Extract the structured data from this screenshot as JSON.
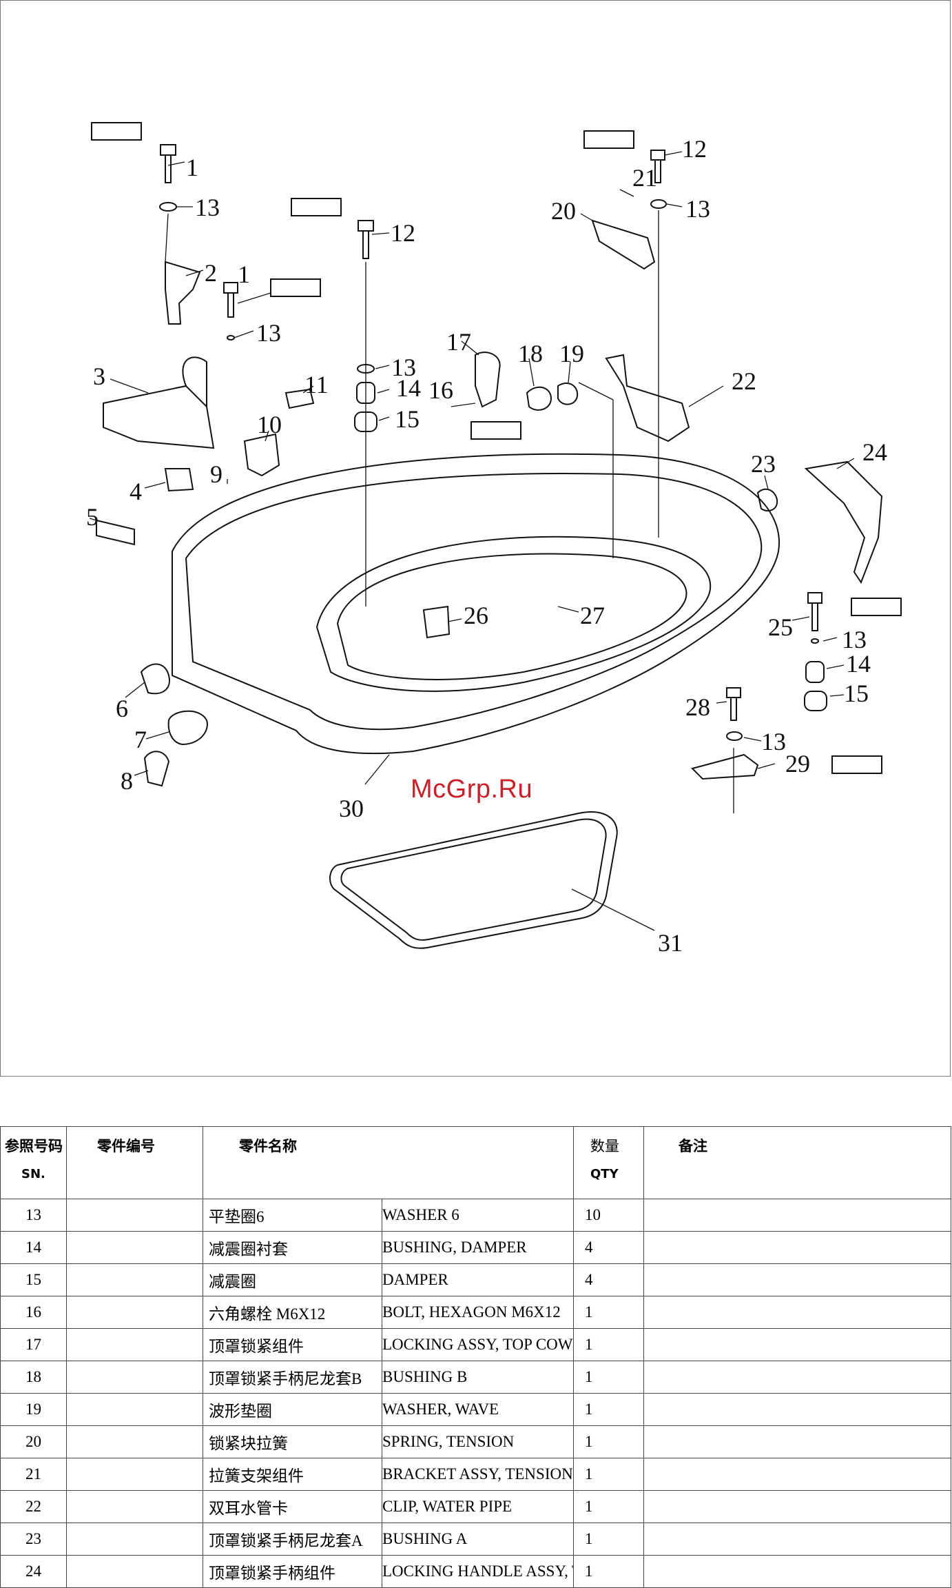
{
  "callouts": [
    {
      "n": "1"
    },
    {
      "n": "13"
    },
    {
      "n": "2"
    },
    {
      "n": "1"
    },
    {
      "n": "13"
    },
    {
      "n": "3"
    },
    {
      "n": "12"
    },
    {
      "n": "13"
    },
    {
      "n": "14"
    },
    {
      "n": "15"
    },
    {
      "n": "11"
    },
    {
      "n": "10"
    },
    {
      "n": "9"
    },
    {
      "n": "4"
    },
    {
      "n": "5"
    },
    {
      "n": "17"
    },
    {
      "n": "18"
    },
    {
      "n": "19"
    },
    {
      "n": "16"
    },
    {
      "n": "12"
    },
    {
      "n": "21"
    },
    {
      "n": "20"
    },
    {
      "n": "13"
    },
    {
      "n": "22"
    },
    {
      "n": "23"
    },
    {
      "n": "24"
    },
    {
      "n": "26"
    },
    {
      "n": "27"
    },
    {
      "n": "25"
    },
    {
      "n": "13"
    },
    {
      "n": "14"
    },
    {
      "n": "15"
    },
    {
      "n": "28"
    },
    {
      "n": "13"
    },
    {
      "n": "29"
    },
    {
      "n": "6"
    },
    {
      "n": "7"
    },
    {
      "n": "8"
    },
    {
      "n": "30"
    },
    {
      "n": "31"
    }
  ],
  "watermark": "McGrp.Ru",
  "table": {
    "headers": {
      "sn_cn": "参照号码",
      "sn_en": "SN.",
      "part_no": "零件编号",
      "part_name": "零件名称",
      "qty_cn": "数量",
      "qty_en": "QTY",
      "remarks": "备注"
    },
    "rows": [
      {
        "sn": "13",
        "cn": "平垫圈6",
        "en": "WASHER 6",
        "qty": "10"
      },
      {
        "sn": "14",
        "cn": "减震圈衬套",
        "en": "BUSHING, DAMPER",
        "qty": "4"
      },
      {
        "sn": "15",
        "cn": "减震圈",
        "en": "DAMPER",
        "qty": "4"
      },
      {
        "sn": "16",
        "cn": "六角螺栓 M6X12",
        "en": "BOLT, HEXAGON M6X12",
        "qty": "1"
      },
      {
        "sn": "17",
        "cn": "顶罩锁紧组件",
        "en": "LOCKING ASSY, TOP COWLING",
        "qty": "1"
      },
      {
        "sn": "18",
        "cn": "顶罩锁紧手柄尼龙套B",
        "en": "BUSHING B",
        "qty": "1"
      },
      {
        "sn": "19",
        "cn": "波形垫圈",
        "en": "WASHER, WAVE",
        "qty": "1"
      },
      {
        "sn": "20",
        "cn": "锁紧块拉簧",
        "en": "SPRING, TENSION",
        "qty": "1"
      },
      {
        "sn": "21",
        "cn": "拉簧支架组件",
        "en": "BRACKET ASSY, TENSIONAL SPRING",
        "qty": "1"
      },
      {
        "sn": "22",
        "cn": "双耳水管卡",
        "en": "CLIP, WATER PIPE",
        "qty": "1"
      },
      {
        "sn": "23",
        "cn": "顶罩锁紧手柄尼龙套A",
        "en": "BUSHING A",
        "qty": "1"
      },
      {
        "sn": "24",
        "cn": "顶罩锁紧手柄组件",
        "en": "LOCKING HANDLE ASSY, TOP COWLING",
        "qty": "1"
      }
    ]
  }
}
